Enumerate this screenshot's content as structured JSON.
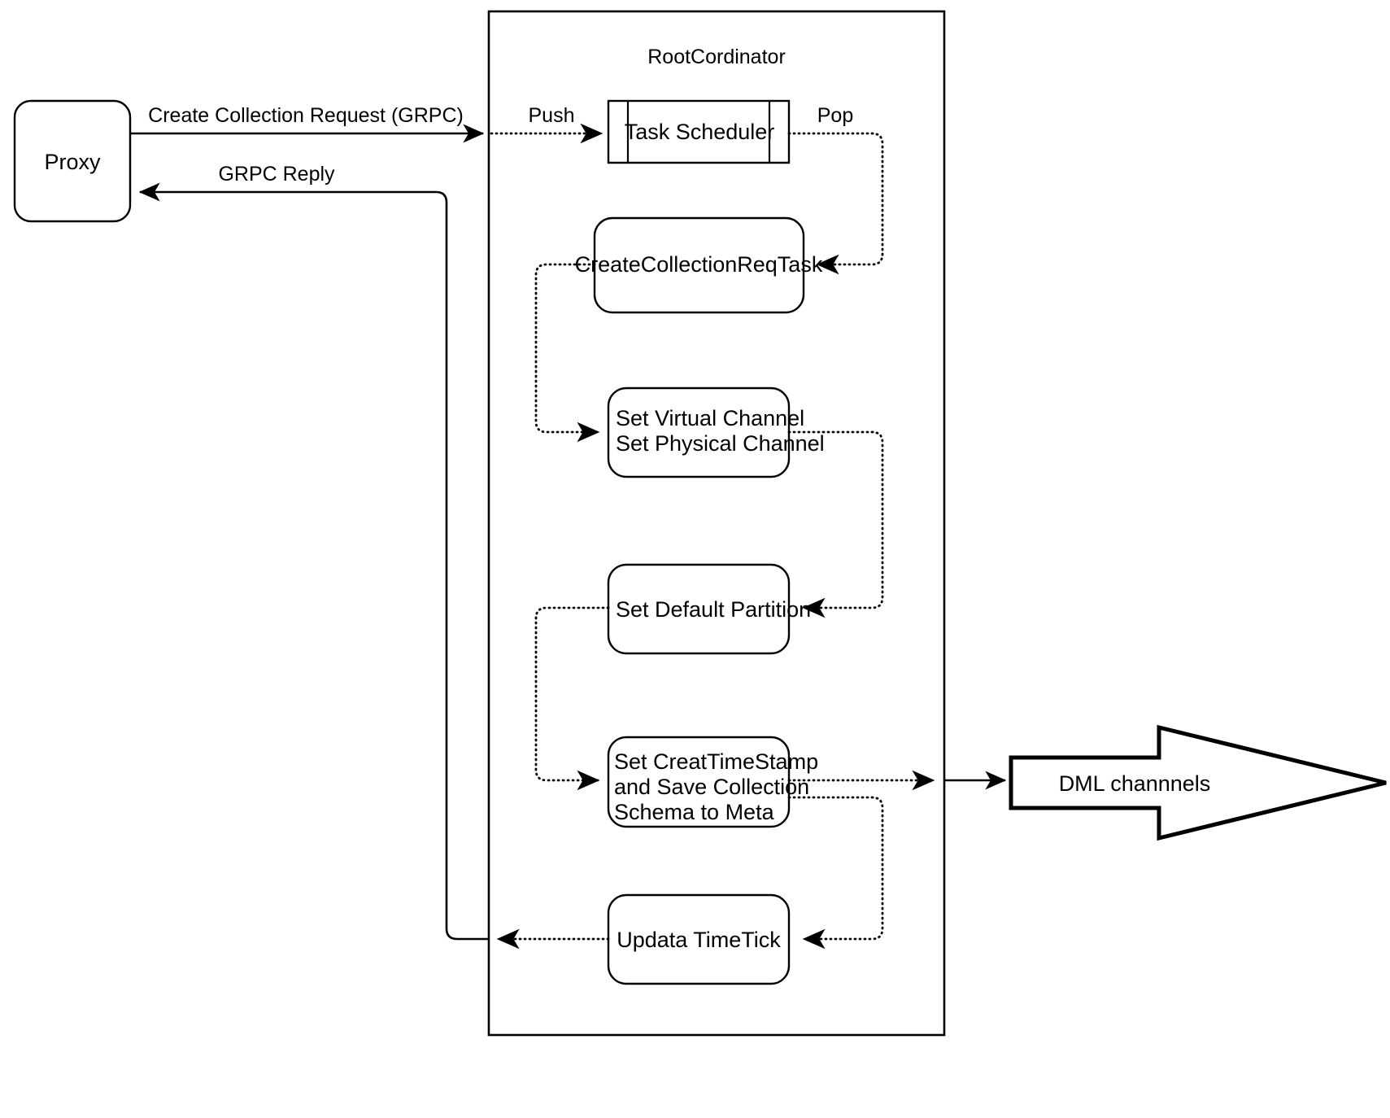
{
  "diagram": {
    "title": "RootCordinator Create Collection Flow",
    "colors": {
      "stroke": "#000000",
      "fill": "#ffffff",
      "text": "#000000"
    },
    "container": {
      "label": "RootCordinator"
    },
    "nodes": {
      "proxy": "Proxy",
      "task_scheduler": "Task Scheduler",
      "create_collection_req_task": "CreateCollectionReqTask",
      "set_channels_line1": "Set Virtual Channel",
      "set_channels_line2": "Set Physical Channel",
      "set_default_partition": "Set Default Partition",
      "set_timestamp_line1": "Set CreatTimeStamp",
      "set_timestamp_line2": "and Save Collection",
      "set_timestamp_line3": "Schema to Meta",
      "update_timetick": "Updata TimeTick",
      "dml_channels": "DML channnels"
    },
    "edges": {
      "create_collection_request": "Create Collection Request (GRPC)",
      "grpc_reply": "GRPC Reply",
      "push": "Push",
      "pop": "Pop"
    }
  }
}
